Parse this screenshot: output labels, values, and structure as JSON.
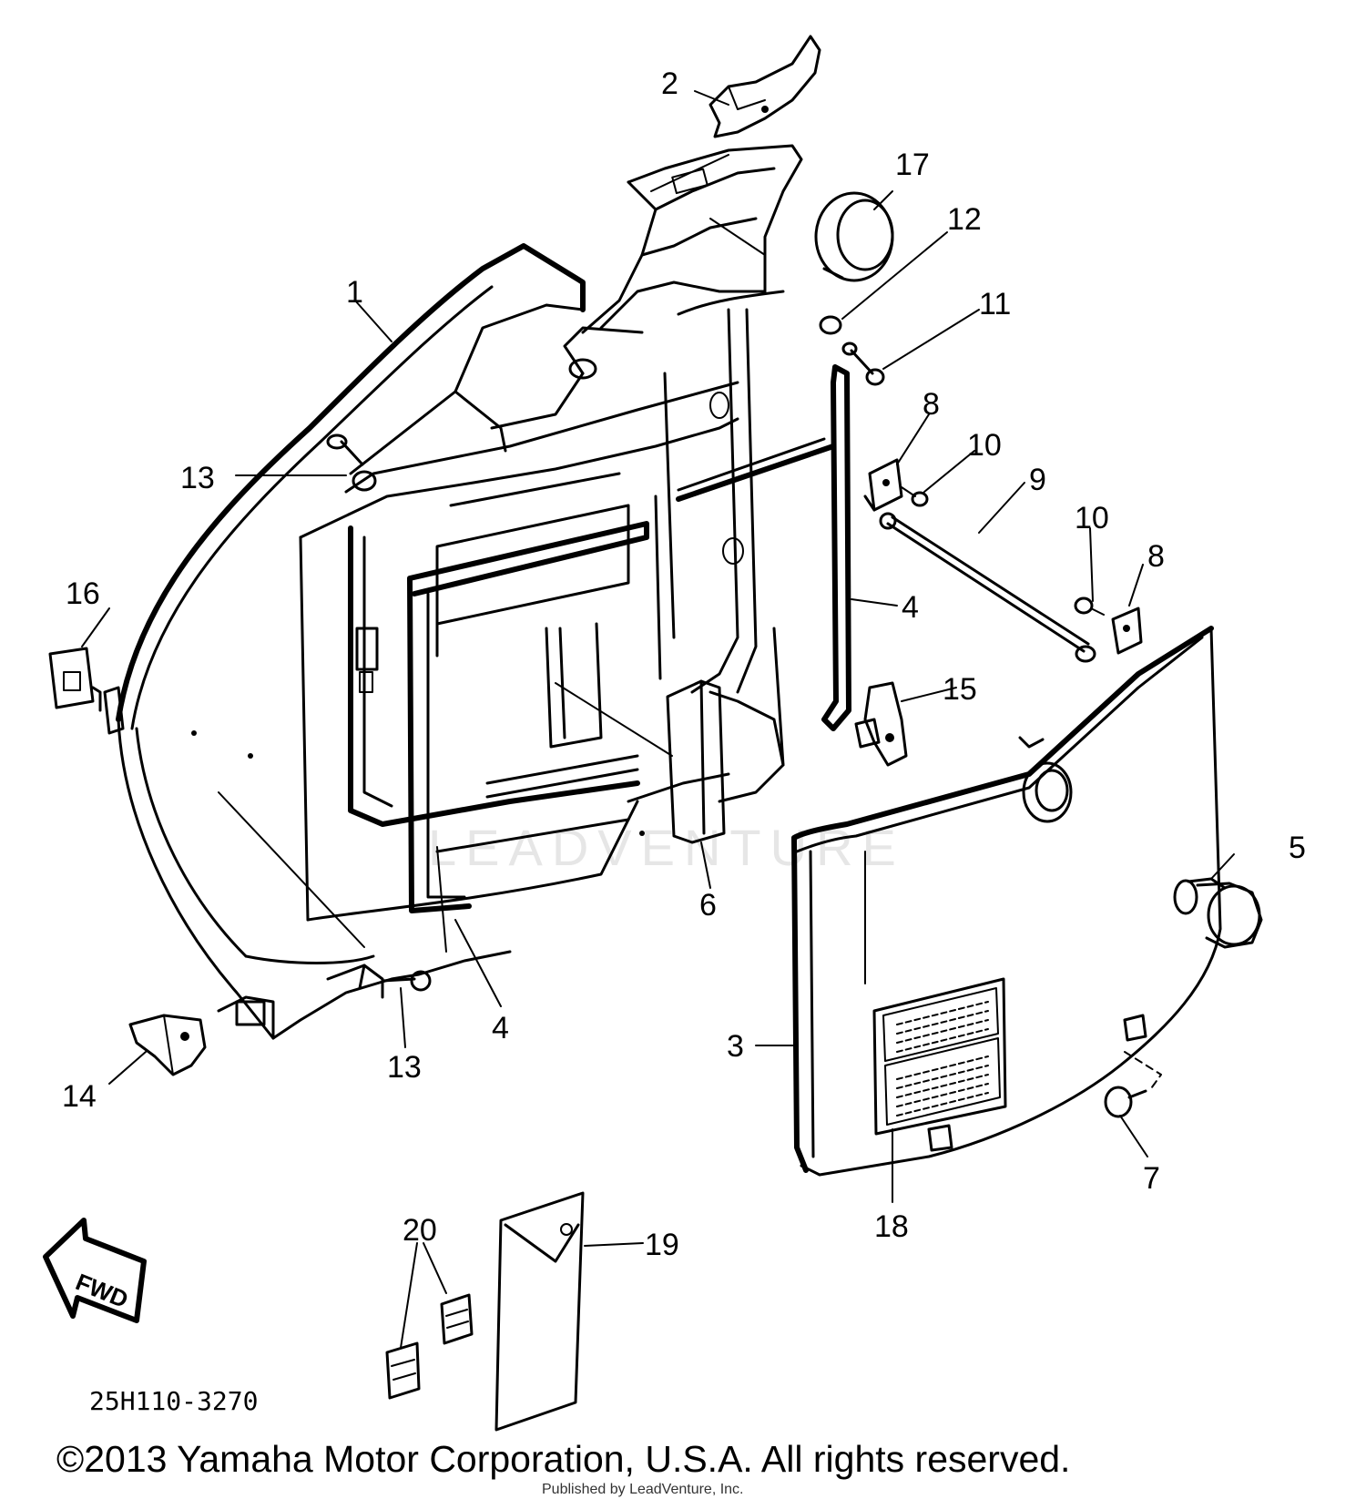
{
  "callouts": {
    "c1": "1",
    "c2": "2",
    "c3": "3",
    "c4a": "4",
    "c4b": "4",
    "c5": "5",
    "c6": "6",
    "c7": "7",
    "c8a": "8",
    "c8b": "8",
    "c9": "9",
    "c10a": "10",
    "c10b": "10",
    "c11": "11",
    "c12": "12",
    "c13a": "13",
    "c13b": "13",
    "c14": "14",
    "c15": "15",
    "c16": "16",
    "c17": "17",
    "c18": "18",
    "c19": "19",
    "c20": "20"
  },
  "fwd_label": "FWD",
  "diagram_code": "25H110-3270",
  "copyright": "©2013 Yamaha Motor Corporation, U.S.A. All rights reserved.",
  "watermark": "LEADVENTURE",
  "overlay_text": "Published by LeadVenture, Inc."
}
